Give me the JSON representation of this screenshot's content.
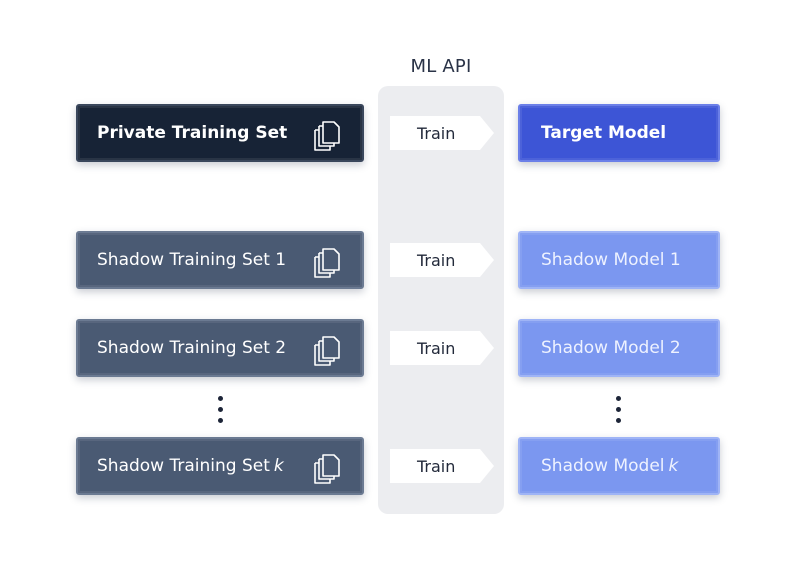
{
  "column_title": "ML API",
  "training_sets": [
    {
      "label": "Private Training Set",
      "suffix": "",
      "icon": "documents-icon"
    },
    {
      "label": "Shadow Training Set 1",
      "suffix": "",
      "icon": "documents-icon"
    },
    {
      "label": "Shadow Training Set 2",
      "suffix": "",
      "icon": "documents-icon"
    },
    {
      "label": "Shadow Training Set ",
      "suffix": "k",
      "icon": "documents-icon"
    }
  ],
  "train_label": "Train",
  "models": [
    {
      "label": "Target Model",
      "suffix": ""
    },
    {
      "label": "Shadow Model 1",
      "suffix": ""
    },
    {
      "label": "Shadow Model 2",
      "suffix": ""
    },
    {
      "label": "Shadow Model ",
      "suffix": "k"
    }
  ],
  "colors": {
    "private_set": "#172336",
    "shadow_set": "#4a5a73",
    "target_model": "#3d55d6",
    "shadow_model": "#7b97f0",
    "api_column": "#ecedf0"
  }
}
